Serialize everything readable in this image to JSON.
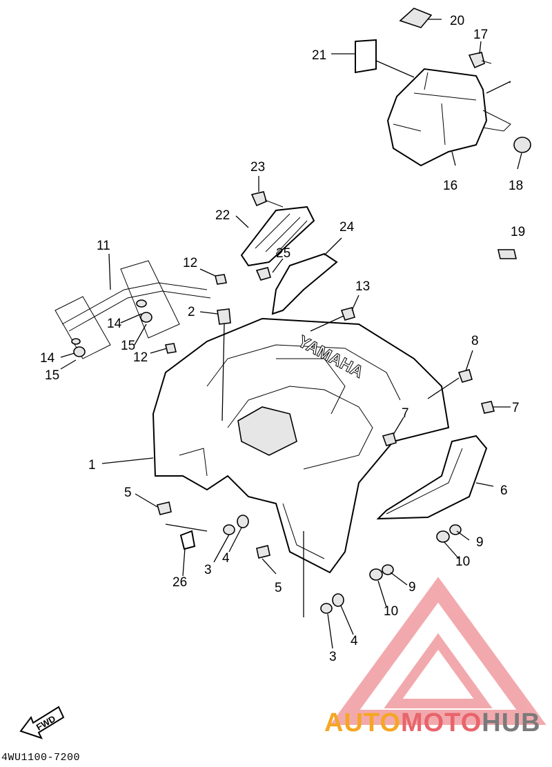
{
  "diagram": {
    "brand_lettering": "YAMAHA",
    "fwd_label": "FWD",
    "part_code": "4WU1100-7200",
    "callouts": [
      {
        "id": "c1",
        "text": "1"
      },
      {
        "id": "c2",
        "text": "2"
      },
      {
        "id": "c3a",
        "text": "3"
      },
      {
        "id": "c3b",
        "text": "3"
      },
      {
        "id": "c4a",
        "text": "4"
      },
      {
        "id": "c4b",
        "text": "4"
      },
      {
        "id": "c5a",
        "text": "5"
      },
      {
        "id": "c5b",
        "text": "5"
      },
      {
        "id": "c6",
        "text": "6"
      },
      {
        "id": "c7a",
        "text": "7"
      },
      {
        "id": "c7b",
        "text": "7"
      },
      {
        "id": "c8",
        "text": "8"
      },
      {
        "id": "c9a",
        "text": "9"
      },
      {
        "id": "c9b",
        "text": "9"
      },
      {
        "id": "c10a",
        "text": "10"
      },
      {
        "id": "c10b",
        "text": "10"
      },
      {
        "id": "c11",
        "text": "11"
      },
      {
        "id": "c12a",
        "text": "12"
      },
      {
        "id": "c12b",
        "text": "12"
      },
      {
        "id": "c13",
        "text": "13"
      },
      {
        "id": "c14a",
        "text": "14"
      },
      {
        "id": "c14b",
        "text": "14"
      },
      {
        "id": "c15a",
        "text": "15"
      },
      {
        "id": "c15b",
        "text": "15"
      },
      {
        "id": "c16",
        "text": "16"
      },
      {
        "id": "c17",
        "text": "17"
      },
      {
        "id": "c18",
        "text": "18"
      },
      {
        "id": "c19",
        "text": "19"
      },
      {
        "id": "c20",
        "text": "20"
      },
      {
        "id": "c21",
        "text": "21"
      },
      {
        "id": "c22",
        "text": "22"
      },
      {
        "id": "c23",
        "text": "23"
      },
      {
        "id": "c24",
        "text": "24"
      },
      {
        "id": "c25",
        "text": "25"
      },
      {
        "id": "c26",
        "text": "26"
      }
    ]
  },
  "watermark": {
    "brand_part1": "AUTO",
    "brand_part2": "MOTO",
    "brand_part3": "HUB",
    "color_orange": "#f5a623",
    "color_red": "#e8646b",
    "color_gray": "#7a7a7a"
  }
}
